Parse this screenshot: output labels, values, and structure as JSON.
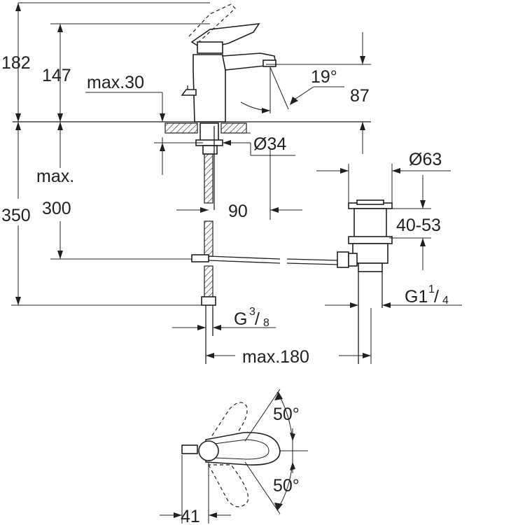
{
  "dimensions": {
    "total_height": "182",
    "faucet_height": "147",
    "mount_thickness_label": "max.30",
    "spout_angle": "19°",
    "spout_reach": "87",
    "hole_diameter": "Ø34",
    "supply_max_label": "max.",
    "supply_length_max": "300",
    "outlet_height": "350",
    "spout_offset": "90",
    "waste_diameter": "Ø63",
    "waste_range": "40-53",
    "waste_thread_main": "G1",
    "waste_thread_num": "1",
    "waste_thread_den": "4",
    "supply_thread_main": "G",
    "supply_thread_num": "3",
    "supply_thread_den": "8",
    "max_span": "max.180",
    "lever_angle_top": "50°",
    "lever_angle_bottom": "50°",
    "lever_width": "41"
  },
  "colors": {
    "line": "#231f20",
    "background": "#ffffff"
  }
}
